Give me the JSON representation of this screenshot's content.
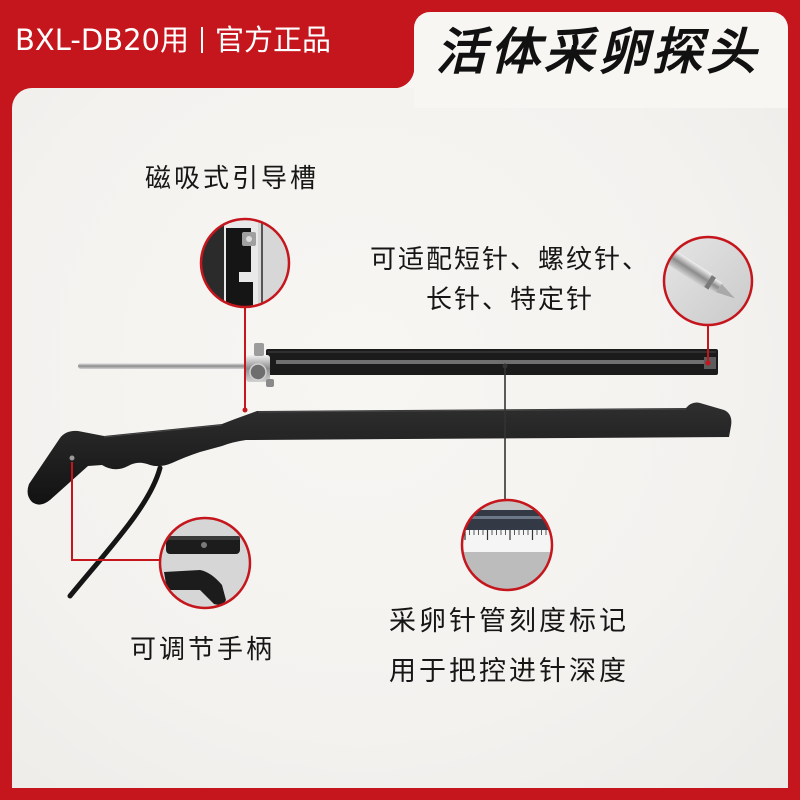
{
  "header": {
    "model": "BXL-DB20用",
    "tag": "官方正品",
    "title": "活体采卵探头"
  },
  "callouts": {
    "guide_slot": "磁吸式引导槽",
    "needle_compat": [
      "可适配短针、螺纹针、",
      "长针、特定针"
    ],
    "handle": "可调节手柄",
    "scale": [
      "采卵针管刻度标记",
      "用于把控进针深度"
    ]
  },
  "colors": {
    "brand_red": "#c4161c",
    "panel": "#f4f2ef",
    "device": "#1b1b1b",
    "leader_line_dark": "#333333"
  }
}
